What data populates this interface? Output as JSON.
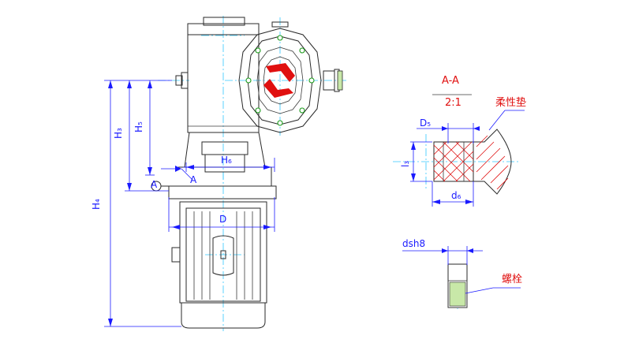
{
  "labels": {
    "h4": "H₄",
    "h3": "H₃",
    "h5": "H₅",
    "h6": "H₆",
    "d_motor": "D",
    "section_a_left": "A",
    "section_a_right": "A",
    "section_title": "A-A",
    "section_scale": "2:1",
    "d5": "D₅",
    "l3": "l₃",
    "d6": "d₆",
    "flex_pad": "柔性垫",
    "shaft_fit": "dsh8",
    "screw": "螺栓"
  },
  "colors": {
    "outline": "#2a2a2a",
    "centerline": "#33c8ff",
    "dimension": "#1a1aff",
    "section_red": "#e01010",
    "bolt_green": "#1a9a1a"
  }
}
